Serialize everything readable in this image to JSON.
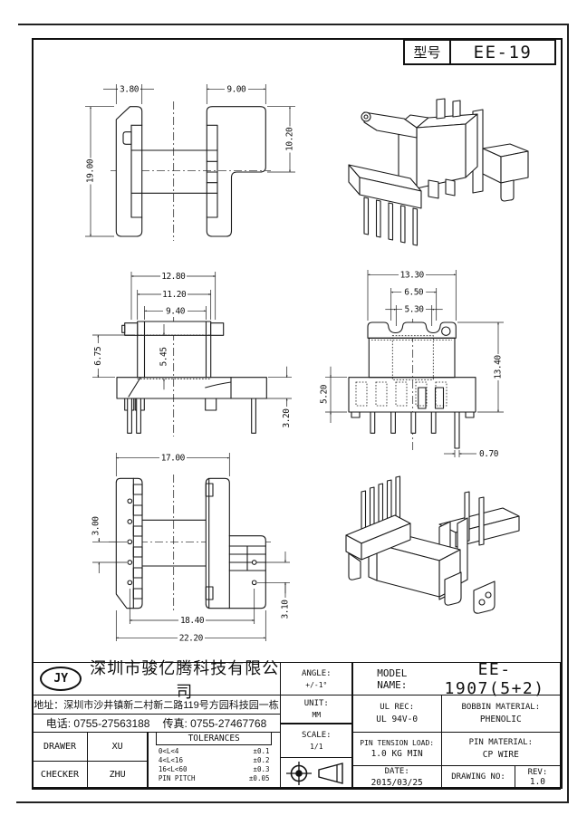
{
  "title_block": {
    "model_label": "型号",
    "model_value": "EE-19"
  },
  "dims": {
    "side": {
      "w_top_left": "3.80",
      "w_top_right": "9.00",
      "h_left": "19.00",
      "h_right": "10.20"
    },
    "front": {
      "w1": "12.80",
      "w2": "11.20",
      "w3": "9.40",
      "h_left": "6.75",
      "h_center": "5.45",
      "h_right": "3.20"
    },
    "front2": {
      "w1": "13.30",
      "w2": "6.50",
      "w3": "5.30",
      "h_right": "13.40",
      "h_left": "5.20",
      "pin_width": "0.70"
    },
    "top": {
      "w_top": "17.00",
      "hole_pitch_left": "3.00",
      "w_holes": "18.40",
      "w_overall": "22.20",
      "hole_pitch_right": "3.10"
    }
  },
  "footer": {
    "logo_text": "JY",
    "company_name": "深圳市骏亿腾科技有限公司",
    "address": "地址：深圳市沙井镇新二村新二路119号方园科技园一栋",
    "phone": "电话: 0755-27563188",
    "fax": "传真: 0755-27467768",
    "drawer_label": "DRAWER",
    "drawer_value": "XU",
    "checker_label": "CHECKER",
    "checker_value": "ZHU",
    "tolerances_title": "TOLERANCES",
    "tol_rows": [
      [
        "0<L<4",
        "±0.1"
      ],
      [
        "4<L<16",
        "±0.2"
      ],
      [
        "16<L<60",
        "±0.3"
      ],
      [
        "PIN PITCH",
        "±0.05"
      ]
    ],
    "angle_label": "ANGLE:",
    "angle_value": "+/-1°",
    "unit_label": "UNIT:",
    "unit_value": "MM",
    "scale_label": "SCALE:",
    "scale_value": "1/1",
    "model_name_label": "MODEL NAME:",
    "model_name_value": "EE-1907(5+2)",
    "ul_label": "UL REC:",
    "ul_value": "UL 94V-0",
    "bobbin_label": "BOBBIN MATERIAL:",
    "bobbin_value": "PHENOLIC",
    "tension_label": "PIN TENSION LOAD:",
    "tension_value": "1.0 KG MIN",
    "pin_mat_label": "PIN MATERIAL:",
    "pin_mat_value": "CP WIRE",
    "date_label": "DATE:",
    "date_value": "2015/03/25",
    "drawing_no_label": "DRAWING NO:",
    "rev_label": "REV:",
    "rev_value": "1.0"
  }
}
